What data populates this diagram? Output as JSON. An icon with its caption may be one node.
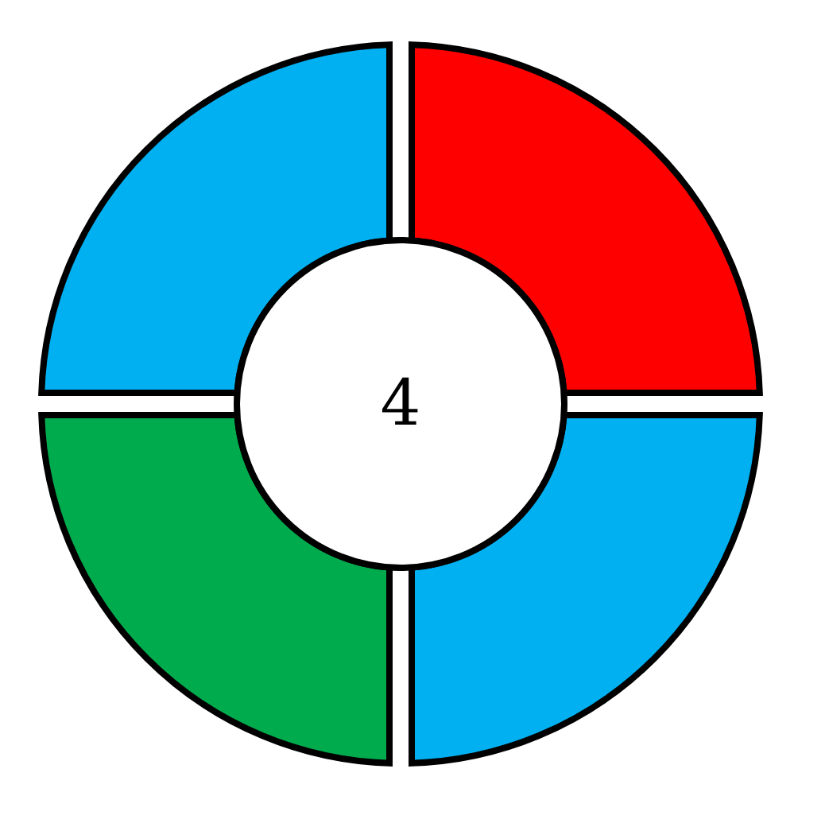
{
  "diagram": {
    "nodes": [
      {
        "text": [
          "4"
        ]
      },
      {
        "text": [],
        "shape": "sector"
      },
      {
        "text": [],
        "shape": "sector"
      },
      {
        "text": [],
        "shape": "sector"
      },
      {
        "text": [],
        "shape": "sector"
      }
    ]
  }
}
